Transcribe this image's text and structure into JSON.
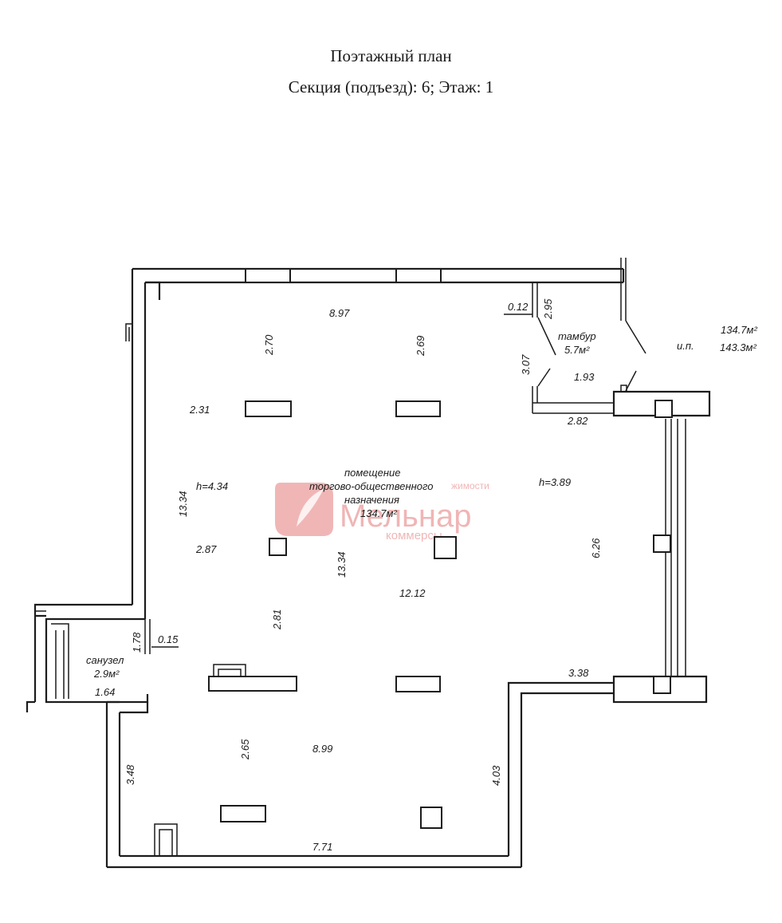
{
  "header": {
    "title": "Поэтажный план",
    "subtitle": "Секция (подъезд): 6;   Этаж: 1"
  },
  "watermark": {
    "brand": "Мельнар",
    "sub": "коммерсы",
    "top": "жимости",
    "color": "#e47a7a"
  },
  "rooms": {
    "main": {
      "l1": "помещение",
      "l2": "торгово-общественного",
      "l3": "назначения",
      "area": "134.7м²"
    },
    "vestibule": {
      "name": "тамбур",
      "area": "5.7м²"
    },
    "bathroom": {
      "name": "санузел",
      "area": "2.9м²"
    }
  },
  "totals": {
    "label": "и.п.",
    "area1": "134.7м²",
    "area2": "143.3м²"
  },
  "heights": {
    "left": "h=4.34",
    "right": "h=3.89"
  },
  "dimensions": {
    "d897": "8.97",
    "d270": "2.70",
    "d269": "2.69",
    "d012": "0.12",
    "d295": "2.95",
    "d307": "3.07",
    "d193": "1.93",
    "d282": "2.82",
    "d231": "2.31",
    "d1334a": "13.34",
    "d287": "2.87",
    "d1334b": "13.34",
    "d1212": "12.12",
    "d626": "6.26",
    "d281": "2.81",
    "d178": "1.78",
    "d015": "0.15",
    "d164": "1.64",
    "d338": "3.38",
    "d265": "2.65",
    "d899": "8.99",
    "d348": "3.48",
    "d403": "4.03",
    "d771": "7.71"
  }
}
